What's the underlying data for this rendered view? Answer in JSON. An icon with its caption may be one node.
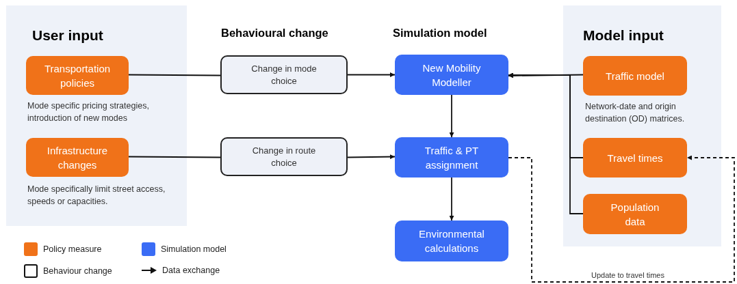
{
  "diagram": {
    "nodes": [
      {
        "text": [
          "User input"
        ]
      },
      {
        "text": [
          "Transportation policies"
        ],
        "in": 0,
        "beside": [
          "Mode specific pricing strategies, introduction of new modes"
        ]
      },
      {
        "text": [
          "Infrastructure changes"
        ],
        "in": 0,
        "beside": [
          "Mode specifically limit street access, speeds or capacities."
        ]
      },
      {
        "text": [
          "Change in mode choice"
        ]
      },
      {
        "text": [
          "Change in route choice"
        ]
      },
      {
        "text": [
          "New Mobility Modeller"
        ]
      },
      {
        "text": [
          "Traffic & PT assignment"
        ]
      },
      {
        "text": [
          "Environmental calculations"
        ]
      },
      {
        "text": [
          "Model input"
        ]
      },
      {
        "text": [
          "Traffic model"
        ],
        "in": 8,
        "beside": [
          "Network-date and origin destination (OD) matrices."
        ]
      },
      {
        "text": [
          "Travel times"
        ],
        "in": 8
      },
      {
        "text": [
          "Population data"
        ],
        "in": 8
      }
    ],
    "edges": [
      {
        "from": 1,
        "to": 3,
        "arrow": "none"
      },
      {
        "from": 3,
        "to": 5,
        "arrow": "to"
      },
      {
        "from": 2,
        "to": 4,
        "arrow": "none"
      },
      {
        "from": 4,
        "to": 6,
        "arrow": "to"
      },
      {
        "from": 5,
        "to": 6,
        "arrow": "to"
      },
      {
        "from": 6,
        "to": 7,
        "arrow": "to"
      },
      {
        "from": 9,
        "to": 5,
        "arrow": "to"
      },
      {
        "from": 10,
        "to": 5,
        "arrow": "to"
      },
      {
        "from": 11,
        "to": 5,
        "arrow": "to"
      },
      {
        "from": 6,
        "to": 10,
        "arrow": "to",
        "style": "dashed",
        "label": "Update to travel times"
      }
    ],
    "labels": [
      "Behavioural change",
      "Simulation model"
    ],
    "legend": [
      {
        "text": "Policy measure",
        "color": "#f07219"
      },
      {
        "text": "Simulation model",
        "color": "#3a6cf5"
      },
      {
        "text": "Behaviour change"
      },
      {
        "text": "Data exchange"
      }
    ]
  }
}
